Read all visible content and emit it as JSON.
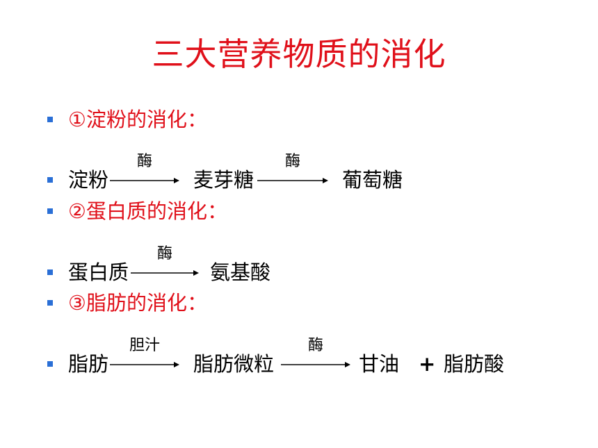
{
  "title": "三大营养物质的消化",
  "colors": {
    "title": "#e0101a",
    "heading": "#e0101a",
    "bullet": "#2a6fd6",
    "text": "#000000"
  },
  "sections": [
    {
      "heading": "①淀粉的消化：",
      "reaction": {
        "reactant": "淀粉",
        "arrow1_label": "酶",
        "intermediate": "麦芽糖",
        "arrow2_label": "酶",
        "product": "葡萄糖"
      }
    },
    {
      "heading": "②蛋白质的消化：",
      "reaction": {
        "reactant": "蛋白质",
        "arrow1_label": "酶",
        "product": "氨基酸"
      }
    },
    {
      "heading": "③脂肪的消化：",
      "reaction": {
        "reactant": "脂肪",
        "arrow1_label": "胆汁",
        "intermediate": "脂肪微粒",
        "arrow2_label": "酶",
        "product1": "甘油",
        "plus": "+",
        "product2": "脂肪酸"
      }
    }
  ]
}
